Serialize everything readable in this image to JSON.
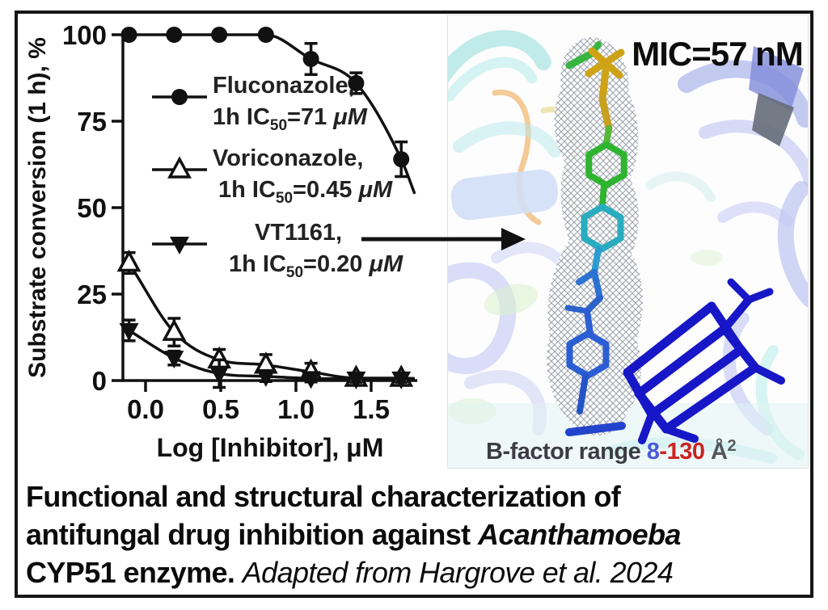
{
  "chart_data": {
    "type": "line",
    "title": "",
    "xlabel": "Log [Inhibitor], μM",
    "ylabel": "Substrate conversion (1 h), %",
    "xlim": [
      -0.25,
      1.85
    ],
    "ylim": [
      0,
      105
    ],
    "grid": false,
    "legend_position": "inside-top-left",
    "x_tick_labels": [
      "0.0",
      "0.5",
      "1.0",
      "1.5"
    ],
    "x_ticks": [
      0.0,
      0.5,
      1.0,
      1.5
    ],
    "y_ticks": [
      0,
      25,
      50,
      75,
      100
    ],
    "x": [
      -0.11,
      0.19,
      0.49,
      0.8,
      1.1,
      1.4,
      1.7
    ],
    "series": [
      {
        "name": "Fluconazole",
        "marker": "circle-filled",
        "values": [
          100,
          100,
          100,
          100,
          93,
          86,
          64
        ],
        "errors": [
          0,
          0,
          0,
          0,
          4.5,
          3,
          5
        ],
        "curve_extend": {
          "x": 1.79,
          "y": 54
        },
        "legend_line1": "Fluconazole,",
        "legend_line2_parts": [
          {
            "text": "1h IC"
          },
          {
            "text": "50",
            "sub": true
          },
          {
            "text": "=71 "
          },
          {
            "text": "μM",
            "italic": true
          }
        ]
      },
      {
        "name": "Voriconazole",
        "marker": "triangle-open",
        "values": [
          34,
          14,
          6,
          4.5,
          2.5,
          0.7,
          0.7
        ],
        "errors": [
          3,
          4,
          3,
          3,
          2.5,
          1.5,
          1.5
        ],
        "curve_extend": {
          "x": 1.79,
          "y": 0.6
        },
        "legend_line1": "Voriconazole,",
        "legend_line2_parts": [
          {
            "text": "1h IC"
          },
          {
            "text": "50",
            "sub": true
          },
          {
            "text": "=0.45 "
          },
          {
            "text": "μM",
            "italic": true
          }
        ]
      },
      {
        "name": "VT1161",
        "marker": "triangle-down-filled",
        "values": [
          14.5,
          6.5,
          2,
          1.2,
          0.6,
          0.5,
          0.5
        ],
        "errors": [
          3,
          2,
          4,
          1.5,
          1,
          1,
          1
        ],
        "curve_extend": {
          "x": 1.79,
          "y": 0.5
        },
        "legend_line1": "VT1161,",
        "legend_line2_parts": [
          {
            "text": "1h IC"
          },
          {
            "text": "50",
            "sub": true
          },
          {
            "text": "=0.20 "
          },
          {
            "text": "μM",
            "italic": true
          }
        ]
      }
    ],
    "arrow_to_structure": true
  },
  "right_panel": {
    "mic_label": "MIC=57 nM",
    "bfactor_parts": [
      {
        "text": "B-factor range ",
        "color": "#3c3c44"
      },
      {
        "text": "8",
        "color": "#4a58dc"
      },
      {
        "text": "-",
        "color": "#cc2222"
      },
      {
        "text": "130",
        "color": "#cc2222"
      },
      {
        "text": " Å",
        "color": "#55555d"
      },
      {
        "text": "2",
        "color": "#55555d",
        "sup": true
      }
    ]
  },
  "caption_lines": [
    [
      {
        "text": "Functional and structural characterization of",
        "bold": true
      }
    ],
    [
      {
        "text": "antifungal drug inhibition against ",
        "bold": true
      },
      {
        "text": "Acanthamoeba",
        "bold": true,
        "italic": true
      }
    ],
    [
      {
        "text": "CYP51 enzyme. ",
        "bold": true
      },
      {
        "text": "Adapted from Hargrove et al. 2024",
        "italic": true
      }
    ]
  ],
  "colors": {
    "axis": "#111111",
    "heme": "#1717c8",
    "ligand_top_gold": "#cfa316",
    "ligand_green": "#2fb42f",
    "ligand_teal": "#2aacc0",
    "ligand_blue": "#2b5ed4",
    "mesh_gray": "#959ea9",
    "mic_text": "#0d0d0d"
  }
}
